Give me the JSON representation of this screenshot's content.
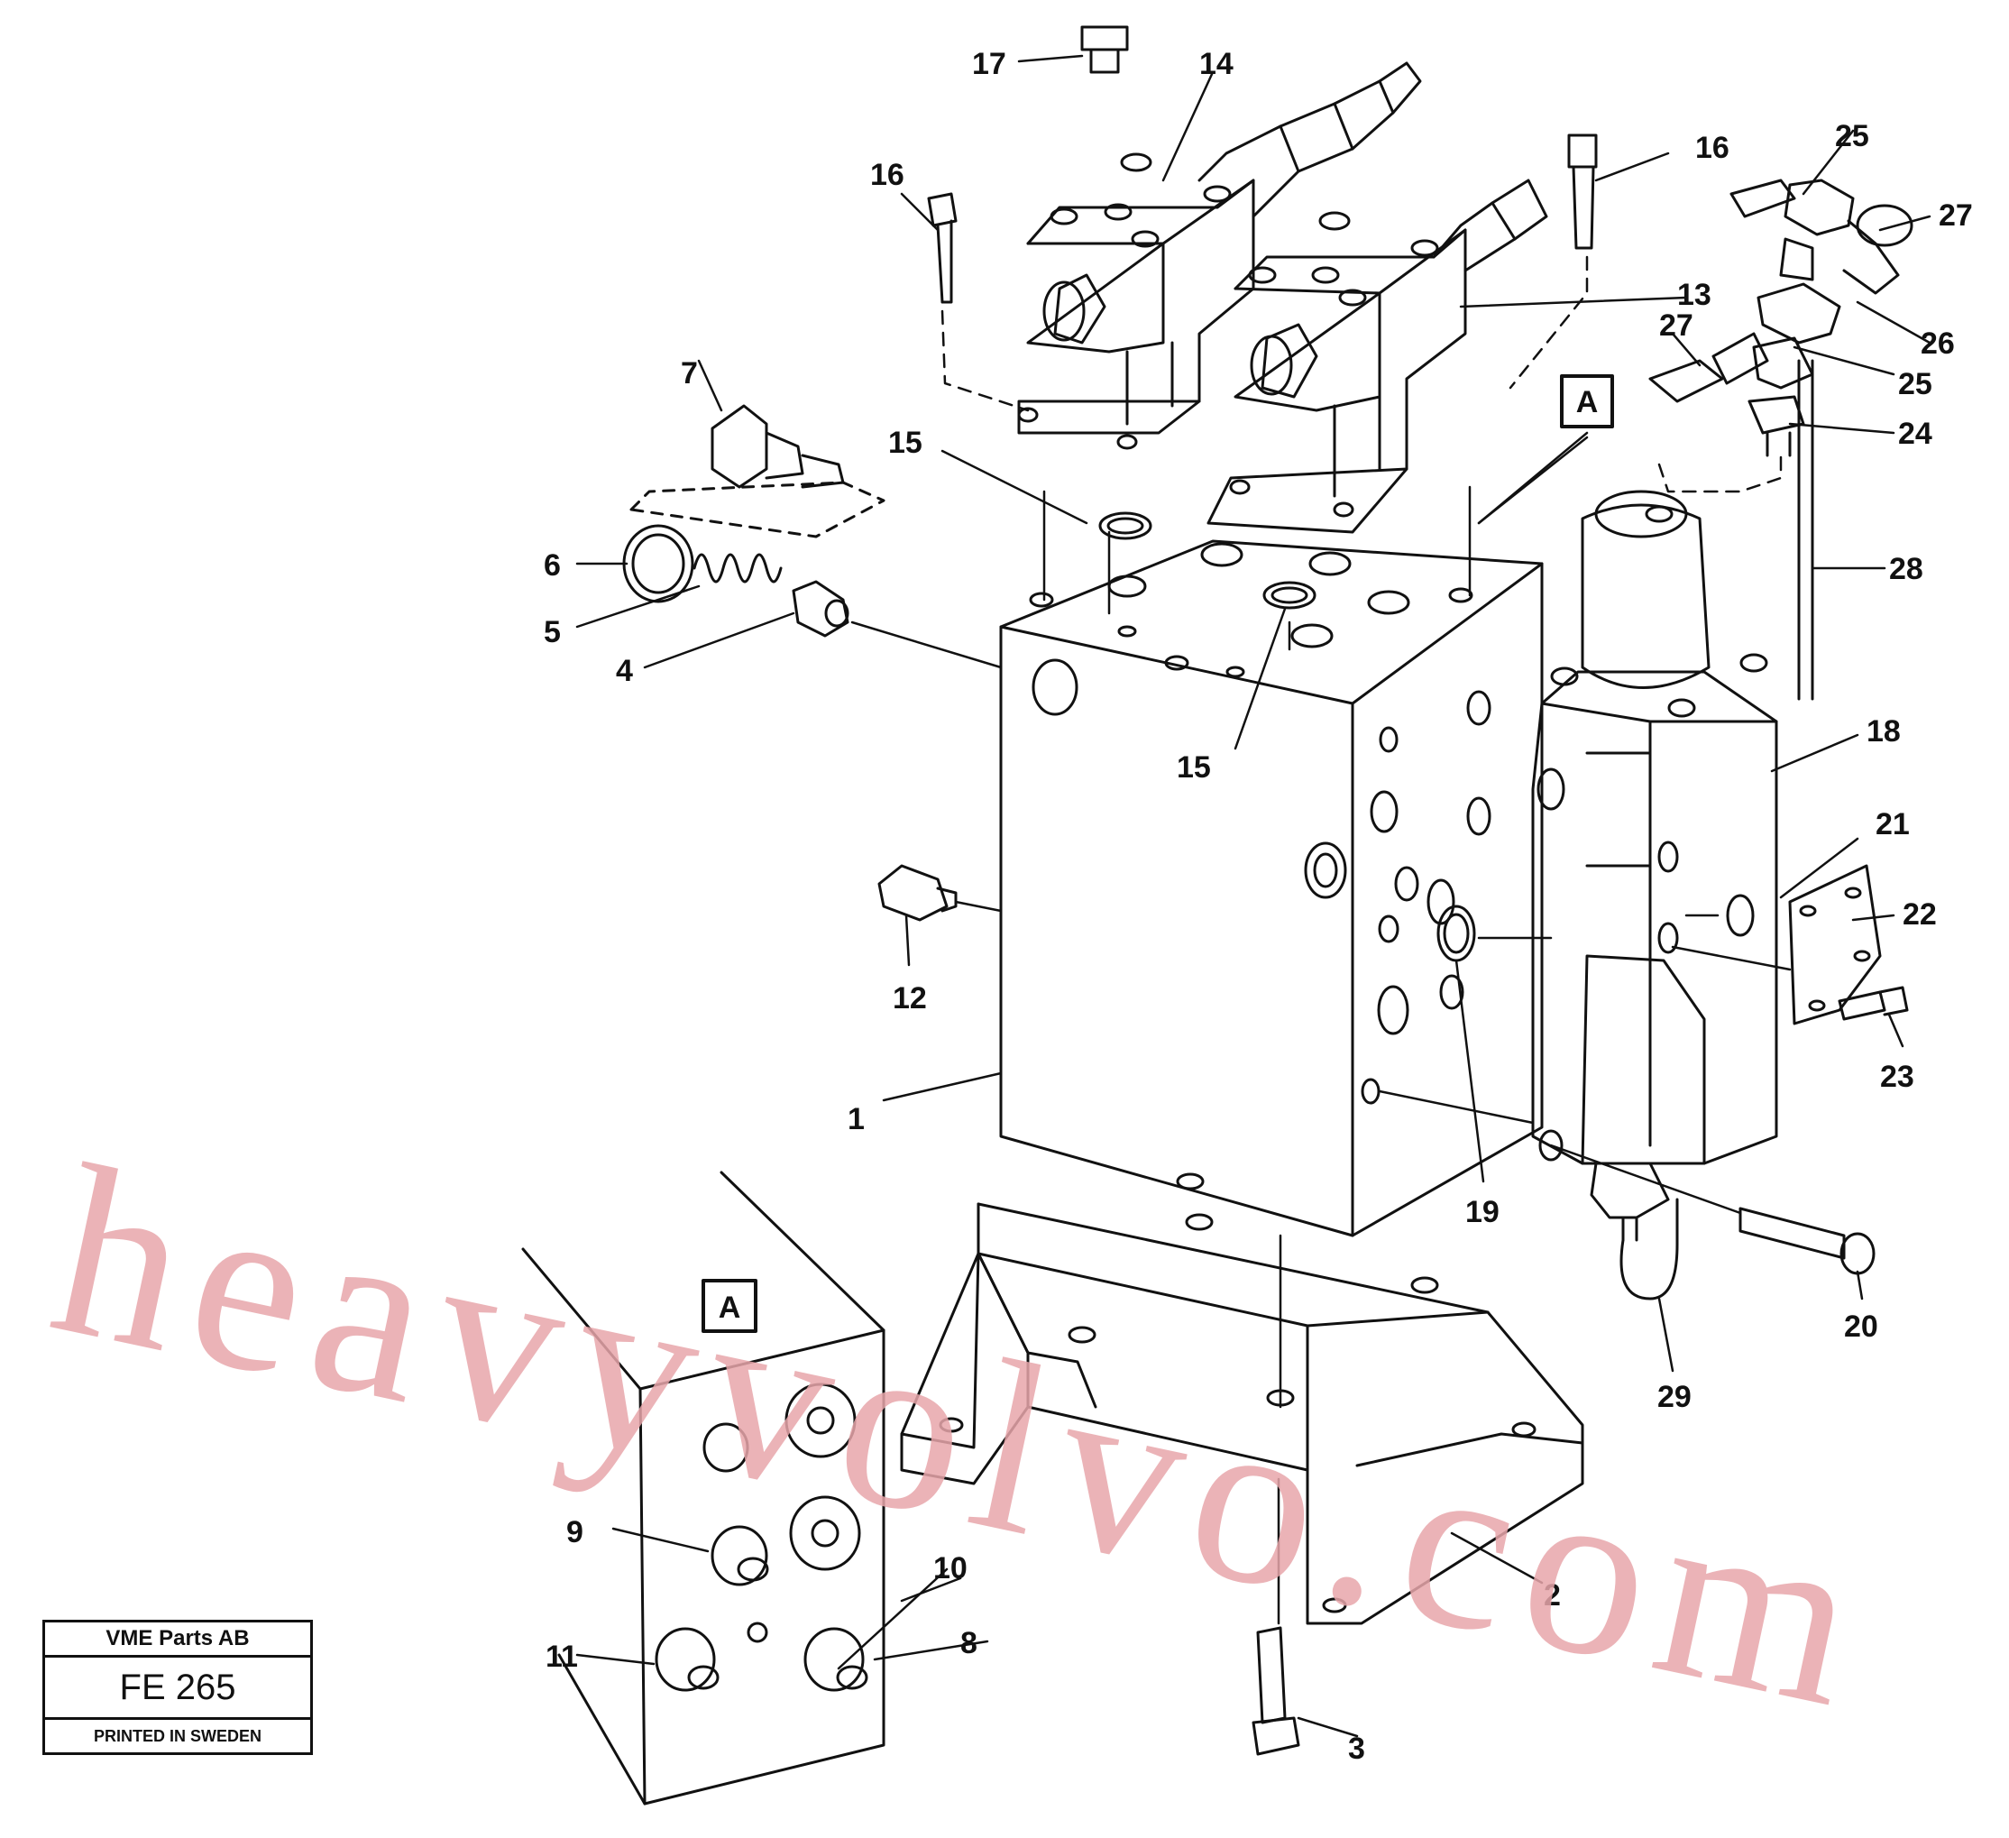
{
  "title_block": {
    "company": "VME Parts AB",
    "figure_number": "FE 265",
    "printed": "PRINTED IN SWEDEN"
  },
  "watermark": "heavyvolvo.com",
  "reference_letter": "A",
  "callouts": {
    "c1": "1",
    "c2": "2",
    "c3": "3",
    "c4": "4",
    "c5": "5",
    "c6": "6",
    "c7": "7",
    "c8": "8",
    "c9": "9",
    "c10": "10",
    "c11": "11",
    "c12": "12",
    "c13": "13",
    "c14": "14",
    "c15a": "15",
    "c15b": "15",
    "c16a": "16",
    "c16b": "16",
    "c17": "17",
    "c18": "18",
    "c19": "19",
    "c20": "20",
    "c21": "21",
    "c22": "22",
    "c23": "23",
    "c24": "24",
    "c25a": "25",
    "c25b": "25",
    "c26": "26",
    "c27a": "27",
    "c27b": "27",
    "c28": "28",
    "c29": "29"
  }
}
